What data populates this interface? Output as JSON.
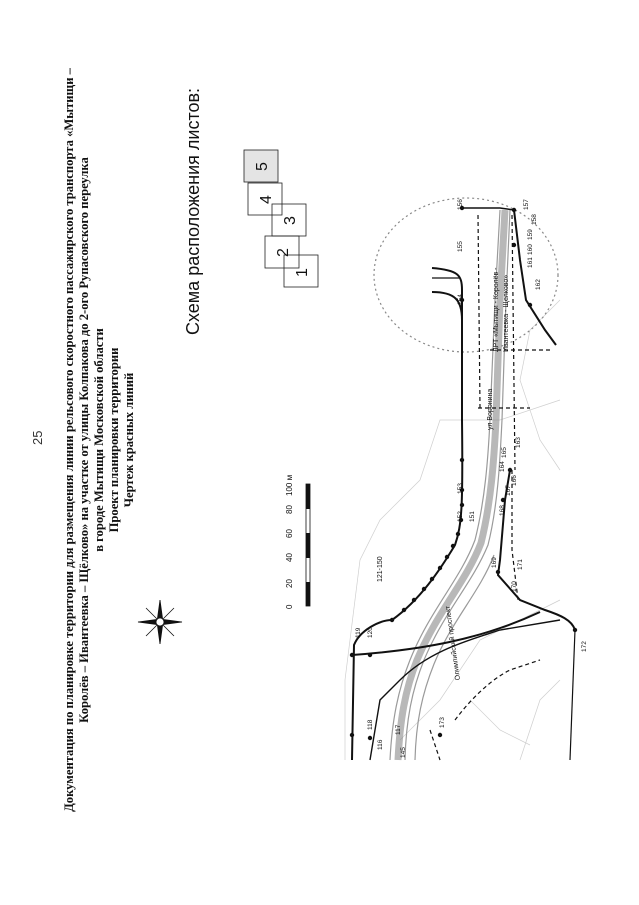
{
  "page_number": "25",
  "title": {
    "line1": "Документация по планировке территории для размещения линии рельсового скоростного пассажирского транспорта «Мытищи –",
    "line2": "Королёв – Ивантеевка – Щёлково» на участке от улицы Колпакова до 2-ого Рупасовского переулка",
    "line3": "в городе Мытищи Московской области",
    "line4": "Проект планировки территории",
    "line5": "Чертеж красных линий"
  },
  "sheet_layout": {
    "title": "Схема расположения листов:",
    "sheets": [
      "1",
      "2",
      "3",
      "4",
      "5"
    ]
  },
  "scale_bar": {
    "ticks": [
      "0",
      "20",
      "40",
      "60",
      "80",
      "100 м"
    ]
  },
  "map_labels": {
    "street_voronina": "ул Воронина",
    "olimpiyskiy": "Олимпийский проспект",
    "line_label_1": "ЛРТ «Мытищи - Королёв -",
    "line_label_2": "Ивантеевка - Щелково»",
    "range_label": "121-150",
    "point_labels": [
      "116",
      "117",
      "118",
      "119",
      "120",
      "145",
      "151",
      "152",
      "153",
      "154",
      "155",
      "156",
      "157",
      "158",
      "159",
      "160",
      "161",
      "162",
      "163",
      "164",
      "165",
      "166",
      "167",
      "168",
      "169",
      "170",
      "171",
      "172",
      "173"
    ]
  },
  "colors": {
    "ink": "#111111",
    "road_gray": "#9a9a9a",
    "light_gray": "#cfcfcf"
  }
}
